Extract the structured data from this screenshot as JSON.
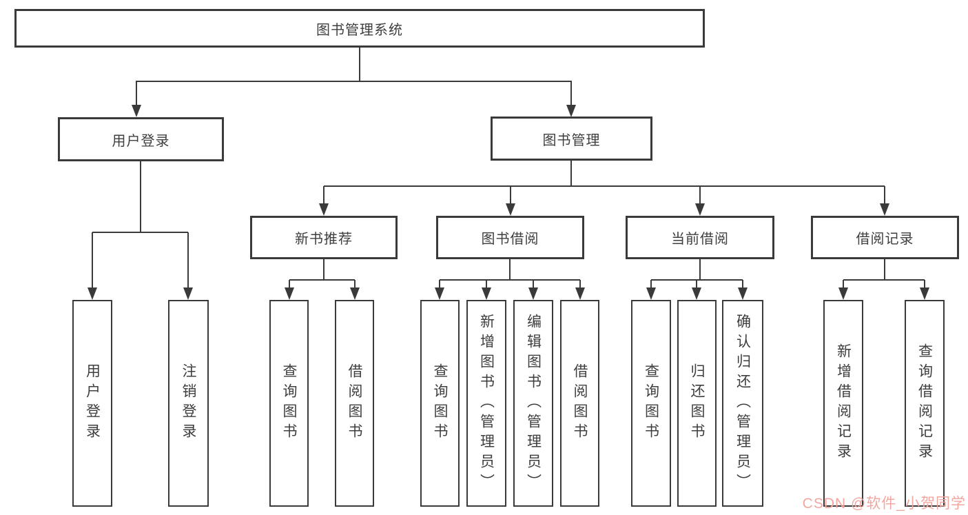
{
  "diagram": {
    "root": {
      "label": "图书管理系统"
    },
    "level2": [
      {
        "label": "用户登录"
      },
      {
        "label": "图书管理"
      }
    ],
    "level3": [
      {
        "label": "新书推荐"
      },
      {
        "label": "图书借阅"
      },
      {
        "label": "当前借阅"
      },
      {
        "label": "借阅记录"
      }
    ],
    "leaves": {
      "user_login": [
        "用户登录",
        "注销登录"
      ],
      "new_books": [
        "查询图书",
        "借阅图书"
      ],
      "book_borrow": [
        "查询图书",
        "新增图书（管理员）",
        "编辑图书（管理员）",
        "借阅图书"
      ],
      "current_borrow": [
        "查询图书",
        "归还图书",
        "确认归还（管理员）"
      ],
      "borrow_records": [
        "新增借阅记录",
        "查询借阅记录"
      ]
    }
  },
  "watermark": {
    "text": "CSDN @软件_小贺同学"
  },
  "colors": {
    "line": "#3a3a3a",
    "text": "#3e3e3e",
    "watermark": "#f3a6a0",
    "background": "#ffffff"
  }
}
